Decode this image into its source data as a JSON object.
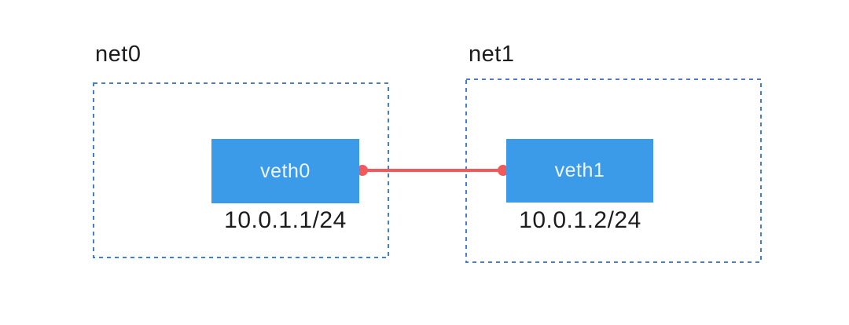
{
  "namespaces": [
    {
      "label": "net0",
      "interface": {
        "name": "veth0",
        "ip": "10.0.1.1/24"
      }
    },
    {
      "label": "net1",
      "interface": {
        "name": "veth1",
        "ip": "10.0.1.2/24"
      }
    }
  ],
  "link": {
    "endpoint_a": "veth0",
    "endpoint_b": "veth1"
  },
  "colors": {
    "namespace_border": "#427ed1",
    "interface_fill": "#3b9be9",
    "interface_text": "#edf5fd",
    "link": "#f05a5a",
    "label_text": "#1c1c1e",
    "background": "#ffffff"
  }
}
